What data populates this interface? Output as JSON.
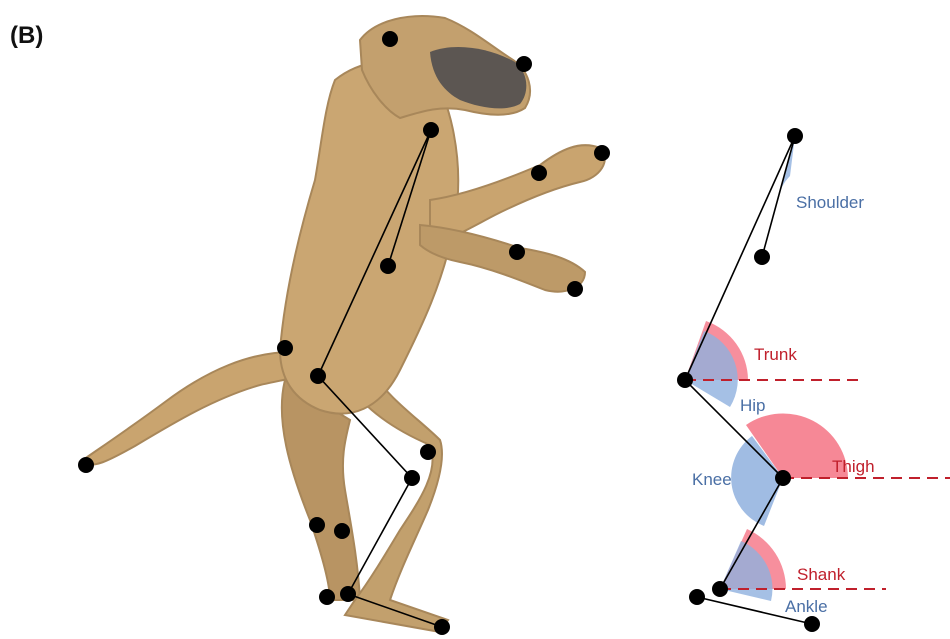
{
  "figure": {
    "panel_label": "(B)",
    "colors": {
      "segment_angle": "#f46a7c",
      "joint_angle": "#8fb0de",
      "overlap": "#9a7aa6",
      "red_text": "#c0202c",
      "blue_text": "#4a6fa5",
      "keypoint": "#000000",
      "baboon_fur": "#c9a46f"
    },
    "angle_labels": {
      "shoulder": "Shoulder",
      "trunk": "Trunk",
      "hip": "Hip",
      "thigh": "Thigh",
      "knee": "Knee",
      "shank": "Shank",
      "ankle": "Ankle"
    }
  }
}
